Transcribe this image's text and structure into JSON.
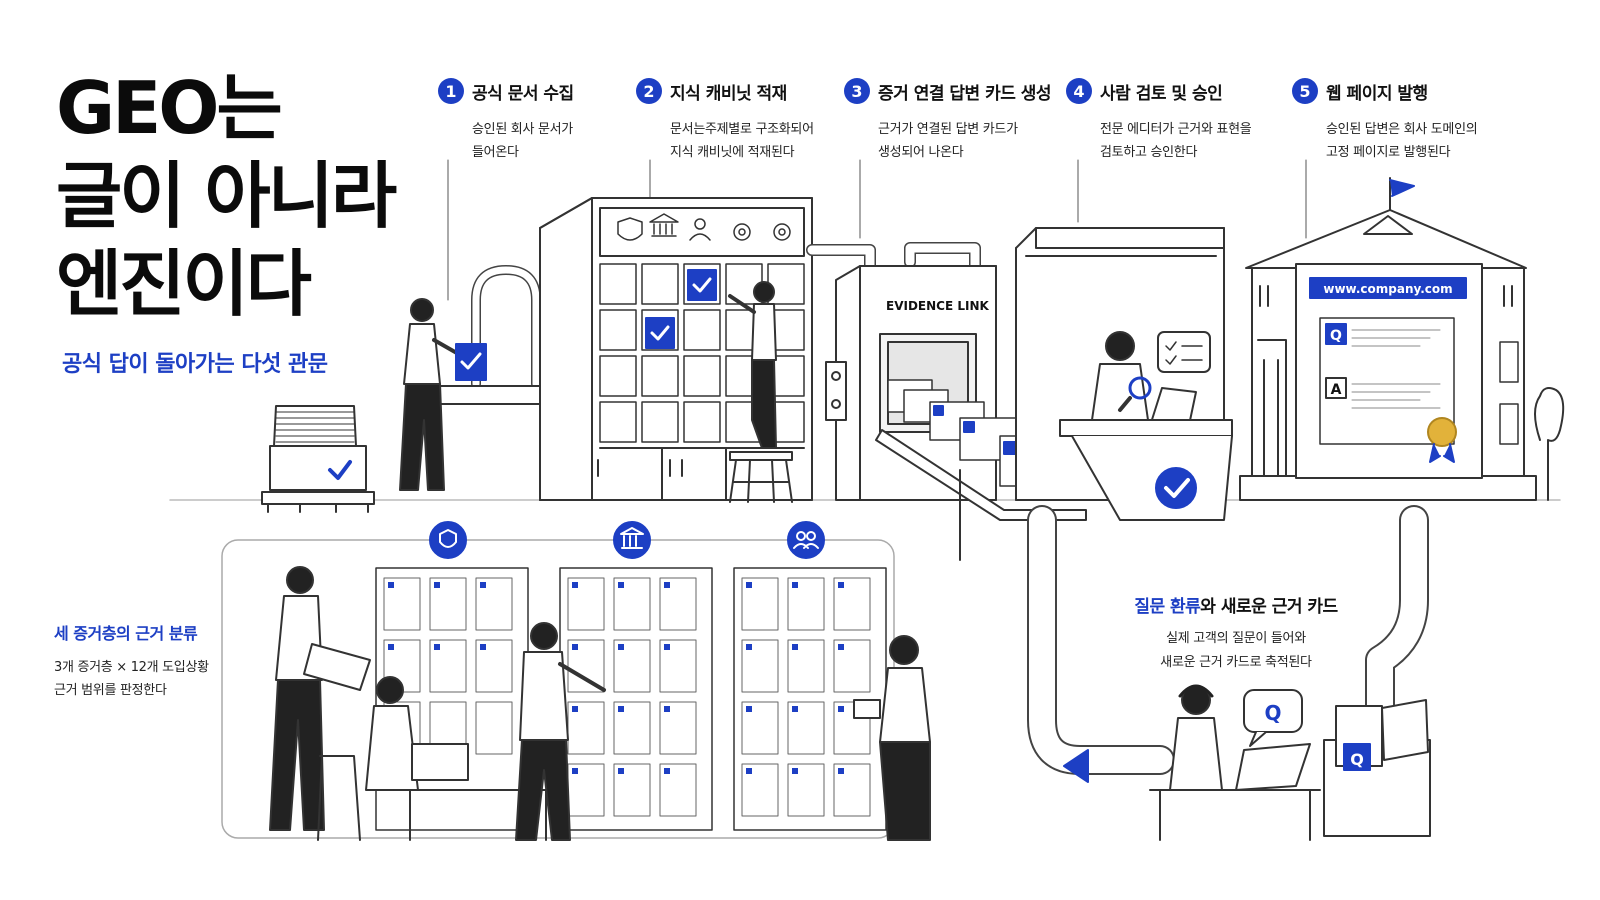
{
  "title": {
    "line1": "GEO는",
    "line2": "글이 아니라",
    "line3": "엔진이다"
  },
  "subtitle": "공식 답이 돌아가는 다섯 관문",
  "steps": [
    {
      "num": "1",
      "title": "공식 문서 수집",
      "desc1": "승인된 회사 문서가",
      "desc2": "들어온다"
    },
    {
      "num": "2",
      "title": "지식 캐비닛 적재",
      "desc1": "문서는주제별로 구조화되어",
      "desc2": "지식 캐비닛에 적재된다"
    },
    {
      "num": "3",
      "title": "증거 연결 답변 카드 생성",
      "desc1": "근거가 연결된 답변 카드가",
      "desc2": "생성되어 나온다"
    },
    {
      "num": "4",
      "title": "사람 검토 및 승인",
      "desc1": "전문 에디터가 근거와 표현을",
      "desc2": "검토하고 승인한다"
    },
    {
      "num": "5",
      "title": "웹 페이지 발행",
      "desc1": "승인된 답변은 회사 도메인의",
      "desc2": "고정 페이지로 발행된다"
    }
  ],
  "machine_label": "EVIDENCE LINK",
  "url_bar": "www.company.com",
  "q_letter": "Q",
  "a_letter": "A",
  "evidence": {
    "title": "세 증거층의 근거 분류",
    "desc1": "3개 증거층 × 12개 도입상황",
    "desc2": "근거 범위를 판정한다"
  },
  "loop": {
    "title_hl": "질문 환류",
    "title_rest": "와 새로운 근거 카드",
    "desc1": "실제 고객의 질문이 들어와",
    "desc2": "새로운 근거 카드로 축적된다"
  },
  "colors": {
    "accent": "#1d3fc4",
    "ink": "#111111",
    "line": "#333333",
    "paper": "#ffffff",
    "gold": "#e2b23a"
  },
  "icons": [
    "shield-icon",
    "bank-icon",
    "people-icon",
    "gear-icon",
    "check-icon",
    "link-icon",
    "flag-icon",
    "medal-icon",
    "headset-icon",
    "laptop-icon"
  ]
}
